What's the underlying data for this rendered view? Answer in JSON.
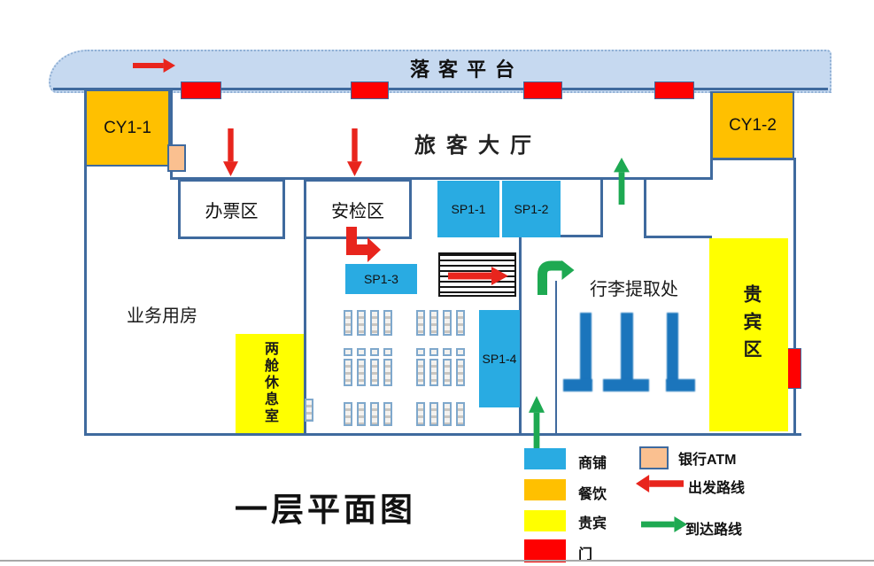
{
  "title": "一层平面图",
  "colors": {
    "wall": "#3f6a9e",
    "platform_band": "#c6d9f0",
    "shop_blue": "#29abe2",
    "dining_orange": "#ffc000",
    "vip_yellow": "#ffff00",
    "door_red": "#fe0101",
    "arrow_red": "#e8251d",
    "arrow_green": "#1ea952",
    "atm_tan": "#fac090",
    "carousel_blue": "#1b75bc"
  },
  "areas": {
    "platform": {
      "label": "落客平台"
    },
    "hall": {
      "label": "旅客大厅"
    },
    "dining_cy1_1": {
      "label": "CY1-1"
    },
    "dining_cy1_2": {
      "label": "CY1-2"
    },
    "ticketing": {
      "label": "办票区"
    },
    "security": {
      "label": "安检区"
    },
    "shop_sp1_1": {
      "label": "SP1-1"
    },
    "shop_sp1_2": {
      "label": "SP1-2"
    },
    "shop_sp1_3": {
      "label": "SP1-3"
    },
    "shop_sp1_4": {
      "label": "SP1-4"
    },
    "business": {
      "label": "业务用房"
    },
    "lounge": {
      "label": "两舱休息室"
    },
    "baggage_claim": {
      "label": "行李提取处"
    },
    "vip": {
      "label": "贵宾区"
    }
  },
  "legend": {
    "shop": {
      "label": "商铺"
    },
    "dining": {
      "label": "餐饮"
    },
    "vip": {
      "label": "贵宾"
    },
    "door": {
      "label": "门"
    },
    "atm": {
      "label": "银行ATM"
    },
    "departure": {
      "label": "出发路线"
    },
    "arrival": {
      "label": "到达路线"
    }
  }
}
